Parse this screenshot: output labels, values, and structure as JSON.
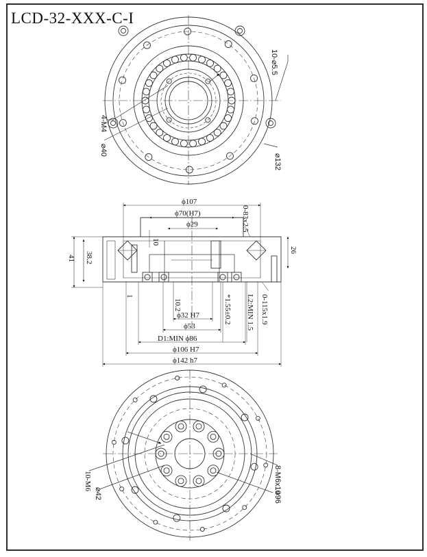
{
  "drawing": {
    "title": "LCD-32-XXX-C-I",
    "top_view": {
      "holes_label": "10-⌀5.5",
      "tapped_label": "4-M4",
      "pcd_inner": "⌀40",
      "pcd_outer": "⌀132"
    },
    "section": {
      "d107": "ϕ107",
      "d70": "ϕ70(H7)",
      "d29": "ϕ29",
      "oring_top": "0-83x2.5",
      "h10": "10",
      "h41": "41",
      "h382": "38.2",
      "h26": "26",
      "h1": "1",
      "h102": "10.2",
      "d32": "ϕ32 H7",
      "t155": "*1.55±0.2",
      "l12": "L2:MIN 1.5",
      "oring_bot": "0-115x1.9",
      "d53": "ϕ53",
      "d86": "D1:MIN ϕ86",
      "d106": "ϕ106 H7",
      "d142": "ϕ142 h7"
    },
    "bottom_view": {
      "holes_label": "10-M6",
      "pcd_inner": "⌀42",
      "screw_label": "8-M6x10",
      "pcd_outer": "⌀96"
    }
  }
}
